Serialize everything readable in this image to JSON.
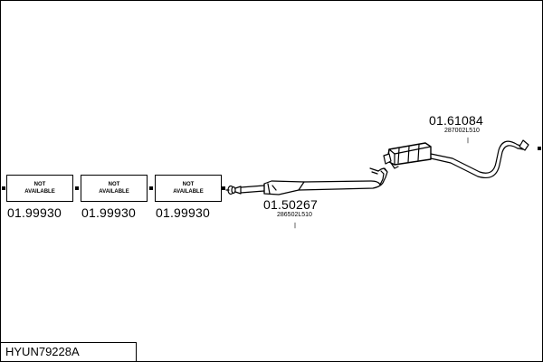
{
  "diagram": {
    "code": "HYUN79228A",
    "unavailable_parts": [
      {
        "line1": "NOT",
        "line2": "AVAILABLE",
        "part_number": "01.99930"
      },
      {
        "line1": "NOT",
        "line2": "AVAILABLE",
        "part_number": "01.99930"
      },
      {
        "line1": "NOT",
        "line2": "AVAILABLE",
        "part_number": "01.99930"
      }
    ],
    "parts": [
      {
        "part_number": "01.50267",
        "oem_ref": "286502L510"
      },
      {
        "part_number": "01.61084",
        "oem_ref": "287002L510"
      }
    ]
  }
}
